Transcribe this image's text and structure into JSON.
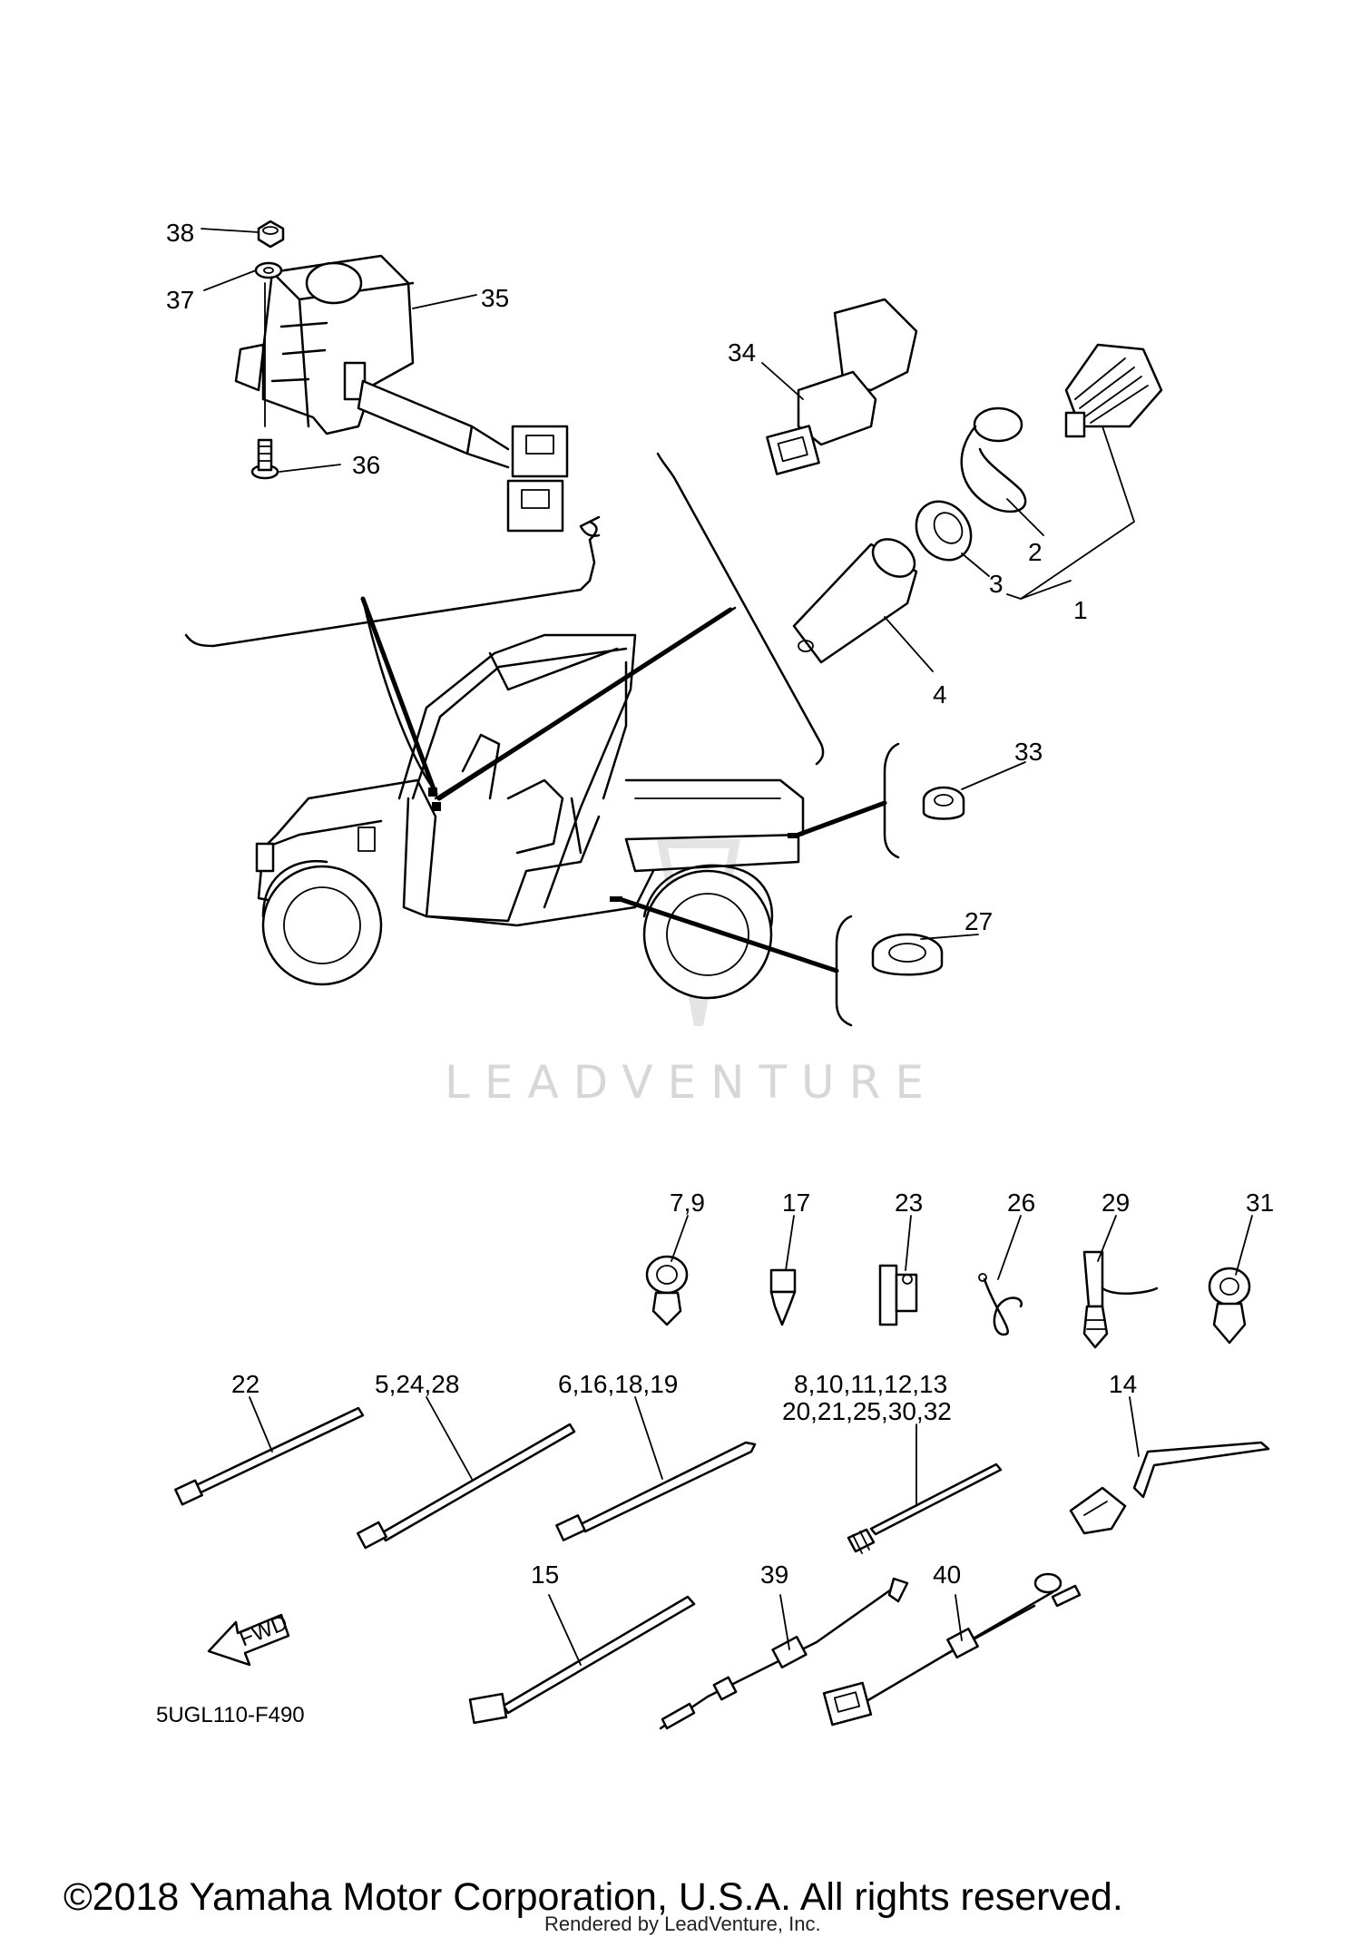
{
  "labels": {
    "p1": "1",
    "p2": "2",
    "p3": "3",
    "p4": "4",
    "p7_9": "7,9",
    "p17": "17",
    "p23": "23",
    "p26": "26",
    "p29": "29",
    "p31": "31",
    "p22": "22",
    "p5_24_28": "5,24,28",
    "p6_16_18_19": "6,16,18,19",
    "p8_line1": "8,10,11,12,13",
    "p8_line2": "20,21,25,30,32",
    "p14": "14",
    "p15": "15",
    "p39": "39",
    "p40": "40",
    "p27": "27",
    "p33": "33",
    "p34": "34",
    "p35": "35",
    "p36": "36",
    "p37": "37",
    "p38": "38"
  },
  "fwd_label": "FWD",
  "diagram_code": "5UGL110-F490",
  "watermark": "LEADVENTURE",
  "copyright": "©2018 Yamaha Motor Corporation, U.S.A. All rights reserved.",
  "rendered_by": "Rendered by LeadVenture, Inc."
}
